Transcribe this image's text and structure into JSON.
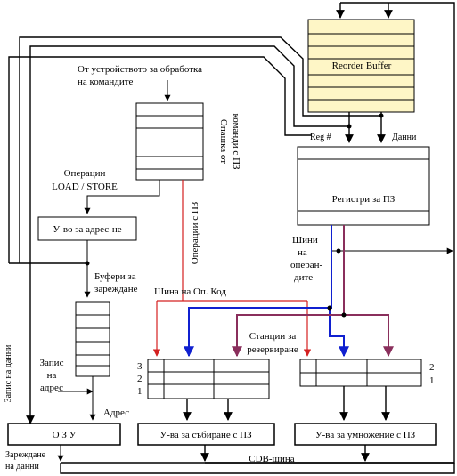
{
  "colors": {
    "rob_fill": "#fef6c6",
    "red_bus": "#d42020",
    "blue_bus": "#1020d0",
    "purple_bus": "#8a2f5c"
  },
  "labels": {
    "reorder_buffer": "Reorder Buffer",
    "instr_source_1": "От устройството за обработка",
    "instr_source_2": "на командите",
    "fp_queue_1": "Опашка от",
    "fp_queue_2": "команди с ПЗ",
    "reg_num": "Reg #",
    "data": "Данни",
    "fp_registers": "Регистри за ПЗ",
    "load_store_1": "Операции",
    "load_store_2": "LOAD / STORE",
    "address_unit": "У-во за адрес-не",
    "fp_ops": "Операции с ПЗ",
    "operand_buses_1": "Шини",
    "operand_buses_2": "на",
    "operand_buses_3": "операн-",
    "operand_buses_4": "дите",
    "load_buffers_1": "Буфери за",
    "load_buffers_2": "зареждане",
    "opcode_bus": "Шина  на  Оп. Код",
    "reservation_stations_1": "Станции за",
    "reservation_stations_2": "резервиране",
    "write_address_1": "Запис",
    "write_address_2": "на",
    "write_address_3": "адрес",
    "address": "Адрес",
    "data_write": "Запис на данни",
    "memory": "О З У",
    "add_units": "У-ва  за събиране с ПЗ",
    "mul_units": "У-ва  за умножение с ПЗ",
    "data_load_1": "Зареждане",
    "data_load_2": "на данни",
    "cdb_bus": "CDB-шина",
    "rs_add_numbers": [
      "3",
      "2",
      "1"
    ],
    "rs_mul_numbers": [
      "2",
      "1"
    ]
  }
}
